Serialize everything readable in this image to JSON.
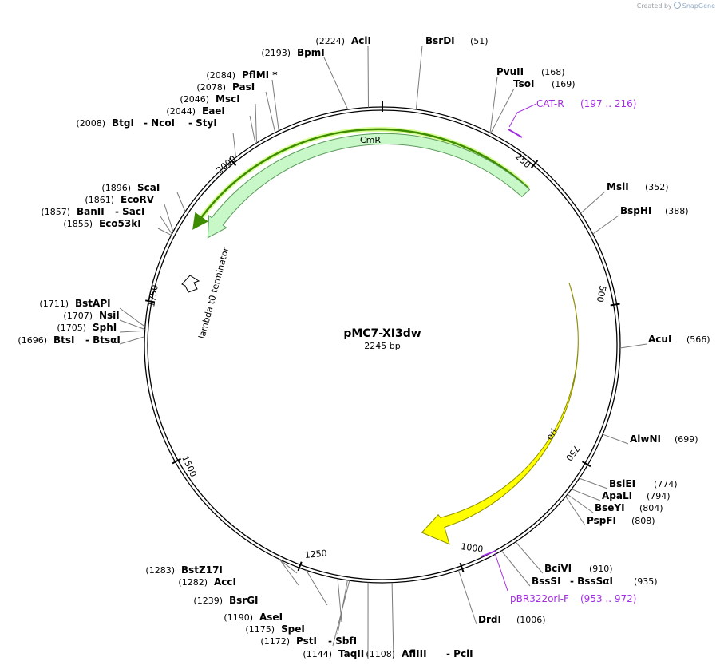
{
  "credit": {
    "prefix": "Created by",
    "brand": "SnapGene"
  },
  "plasmid": {
    "name": "pMC7-XI3dw",
    "length_label": "2245 bp"
  },
  "ticks": [
    "250",
    "500",
    "750",
    "1000",
    "1250",
    "1500",
    "1750",
    "2000"
  ],
  "features": [
    {
      "name": "CmR",
      "color": "#c8f7c8"
    },
    {
      "name": "ori",
      "color": "#ffff00"
    },
    {
      "name": "lambda t0 terminator",
      "color": "#ffffff"
    }
  ],
  "primers": [
    {
      "name": "CAT-R",
      "range": "(197 .. 216)",
      "color": "#a12fe0"
    },
    {
      "name": "pBR322ori-F",
      "range": "(953 .. 972)",
      "color": "#a12fe0"
    }
  ],
  "sites": [
    {
      "pos": "(2224)",
      "names": [
        "AclI"
      ]
    },
    {
      "pos": "(51)",
      "names": [
        "BsrDI"
      ]
    },
    {
      "pos": "(2193)",
      "names": [
        "BpmI"
      ]
    },
    {
      "pos": "(2084)",
      "names": [
        "PflMI *"
      ]
    },
    {
      "pos": "(2078)",
      "names": [
        "PasI"
      ]
    },
    {
      "pos": "(2046)",
      "names": [
        "MscI"
      ]
    },
    {
      "pos": "(2044)",
      "names": [
        "EaeI"
      ]
    },
    {
      "pos": "(2008)",
      "names": [
        "BtgI",
        "NcoI",
        "StyI"
      ]
    },
    {
      "pos": "(168)",
      "names": [
        "PvuII"
      ]
    },
    {
      "pos": "(169)",
      "names": [
        "TsoI"
      ]
    },
    {
      "pos": "(352)",
      "names": [
        "MslI"
      ]
    },
    {
      "pos": "(388)",
      "names": [
        "BspHI"
      ]
    },
    {
      "pos": "(1896)",
      "names": [
        "ScaI"
      ]
    },
    {
      "pos": "(1861)",
      "names": [
        "EcoRV"
      ]
    },
    {
      "pos": "(1857)",
      "names": [
        "BanII",
        "SacI"
      ]
    },
    {
      "pos": "(1855)",
      "names": [
        "Eco53kI"
      ]
    },
    {
      "pos": "(1711)",
      "names": [
        "BstAPI"
      ]
    },
    {
      "pos": "(1707)",
      "names": [
        "NsiI"
      ]
    },
    {
      "pos": "(1705)",
      "names": [
        "SphI"
      ]
    },
    {
      "pos": "(1696)",
      "names": [
        "BtsI",
        "BtsαI"
      ]
    },
    {
      "pos": "(566)",
      "names": [
        "AcuI"
      ]
    },
    {
      "pos": "(699)",
      "names": [
        "AlwNI"
      ]
    },
    {
      "pos": "(774)",
      "names": [
        "BsiEI"
      ]
    },
    {
      "pos": "(794)",
      "names": [
        "ApaLI"
      ]
    },
    {
      "pos": "(804)",
      "names": [
        "BseYI"
      ]
    },
    {
      "pos": "(808)",
      "names": [
        "PspFI"
      ]
    },
    {
      "pos": "(910)",
      "names": [
        "BciVI"
      ]
    },
    {
      "pos": "(935)",
      "names": [
        "BssSI",
        "BssSαI"
      ]
    },
    {
      "pos": "(1006)",
      "names": [
        "DrdI"
      ]
    },
    {
      "pos": "(1108)",
      "names": [
        "AflIII",
        "PciI"
      ]
    },
    {
      "pos": "(1144)",
      "names": [
        "TaqII"
      ]
    },
    {
      "pos": "(1172)",
      "names": [
        "PstI",
        "SbfI"
      ]
    },
    {
      "pos": "(1175)",
      "names": [
        "SpeI"
      ]
    },
    {
      "pos": "(1190)",
      "names": [
        "AseI"
      ]
    },
    {
      "pos": "(1239)",
      "names": [
        "BsrGI"
      ]
    },
    {
      "pos": "(1282)",
      "names": [
        "AccI"
      ]
    },
    {
      "pos": "(1283)",
      "names": [
        "BstZ17I"
      ]
    }
  ]
}
